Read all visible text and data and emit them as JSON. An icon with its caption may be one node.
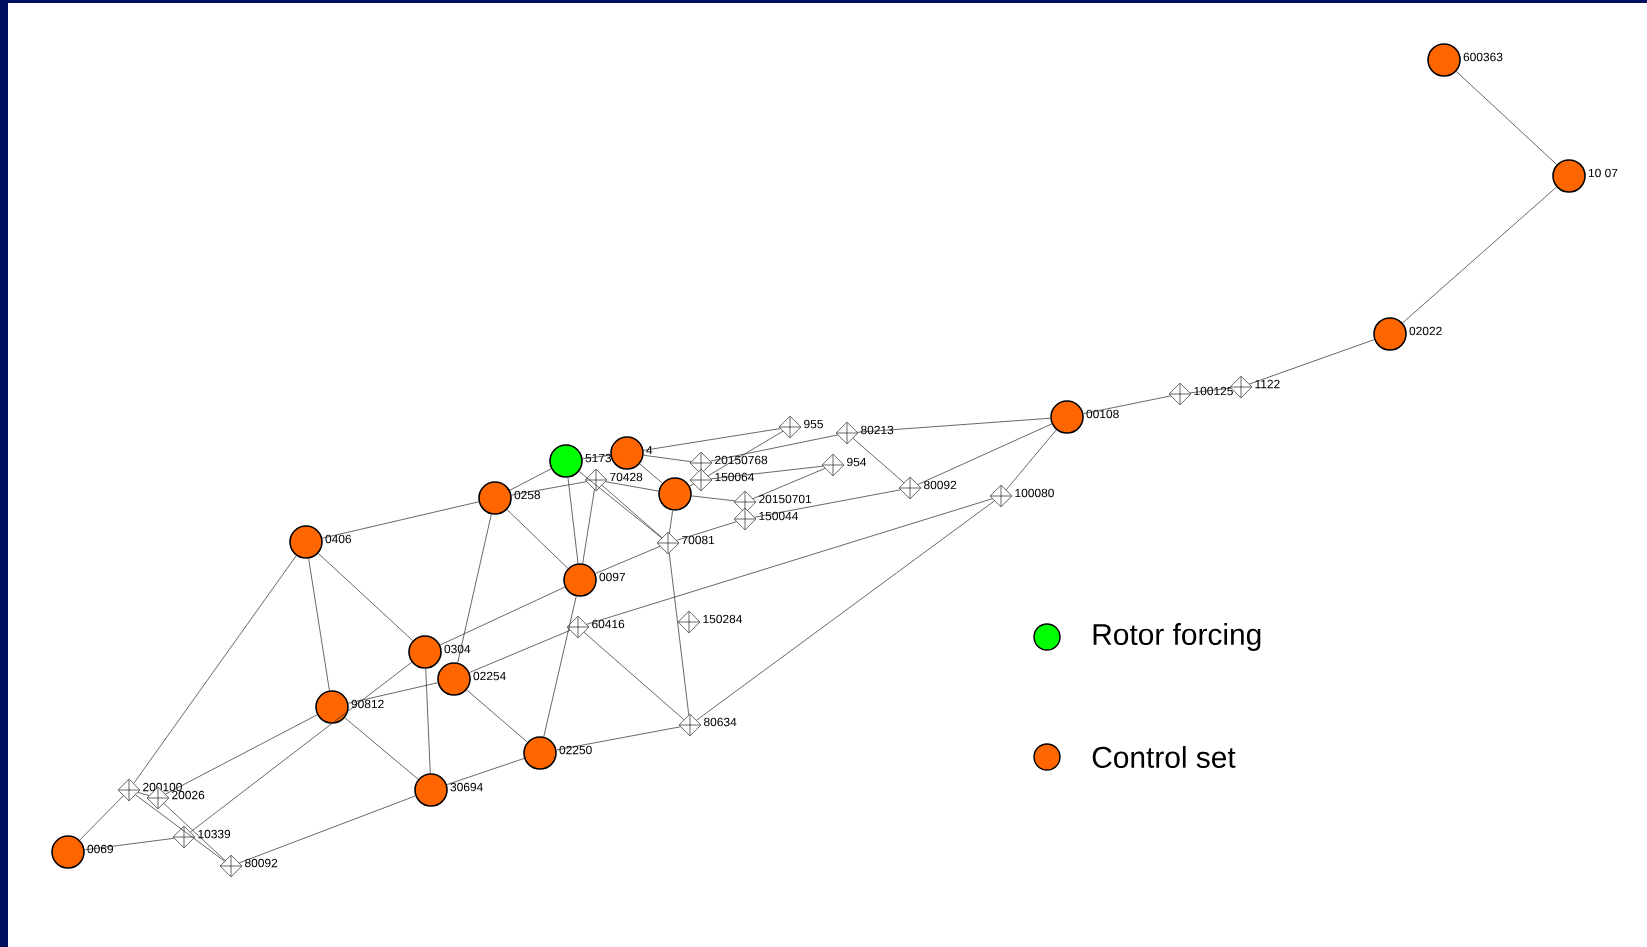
{
  "diagram": {
    "nodes": [
      {
        "text": [],
        "shape": "circle",
        "beside": [
          "600363"
        ]
      },
      {
        "text": [],
        "shape": "circle",
        "beside": [
          "10 07"
        ]
      },
      {
        "text": [],
        "shape": "circle",
        "beside": [
          "02022"
        ]
      },
      {
        "text": [],
        "shape": "circle",
        "beside": [
          "00108"
        ]
      },
      {
        "text": [],
        "shape": "circle",
        "beside": [
          "5173"
        ]
      },
      {
        "text": [],
        "shape": "circle",
        "beside": [
          "4"
        ]
      },
      {
        "text": [],
        "shape": "circle"
      },
      {
        "text": [],
        "shape": "circle",
        "beside": [
          "0258"
        ]
      },
      {
        "text": [],
        "shape": "circle",
        "beside": [
          "0406"
        ]
      },
      {
        "text": [],
        "shape": "circle",
        "beside": [
          "0097"
        ]
      },
      {
        "text": [],
        "shape": "circle",
        "beside": [
          "0304"
        ]
      },
      {
        "text": [],
        "shape": "circle",
        "beside": [
          "02254"
        ]
      },
      {
        "text": [],
        "shape": "circle",
        "beside": [
          "90812"
        ]
      },
      {
        "text": [],
        "shape": "circle",
        "beside": [
          "02250"
        ]
      },
      {
        "text": [],
        "shape": "circle",
        "beside": [
          "30694"
        ]
      },
      {
        "text": [],
        "shape": "circle",
        "beside": [
          "0069"
        ]
      },
      {
        "text": [],
        "shape": "diamond",
        "beside": [
          "955"
        ]
      },
      {
        "text": [],
        "shape": "diamond",
        "beside": [
          "80213"
        ]
      },
      {
        "text": [],
        "shape": "diamond",
        "beside": [
          "20150768"
        ]
      },
      {
        "text": [],
        "shape": "diamond",
        "beside": [
          "954"
        ]
      },
      {
        "text": [],
        "shape": "diamond",
        "beside": [
          "70428"
        ]
      },
      {
        "text": [],
        "shape": "diamond",
        "beside": [
          "150064"
        ]
      },
      {
        "text": [],
        "shape": "diamond",
        "beside": [
          "80092"
        ]
      },
      {
        "text": [],
        "shape": "diamond",
        "beside": [
          "100080"
        ]
      },
      {
        "text": [],
        "shape": "diamond",
        "beside": [
          "20150701"
        ]
      },
      {
        "text": [],
        "shape": "diamond",
        "beside": [
          "150044"
        ]
      },
      {
        "text": [],
        "shape": "diamond",
        "beside": [
          "70081"
        ]
      },
      {
        "text": [],
        "shape": "diamond",
        "beside": [
          "60416"
        ]
      },
      {
        "text": [],
        "shape": "diamond",
        "beside": [
          "150284"
        ]
      },
      {
        "text": [],
        "shape": "diamond",
        "beside": [
          "80634"
        ]
      },
      {
        "text": [],
        "shape": "diamond",
        "beside": [
          "100125"
        ]
      },
      {
        "text": [],
        "shape": "diamond",
        "beside": [
          "1122"
        ]
      },
      {
        "text": [],
        "shape": "diamond",
        "beside": [
          "200100"
        ]
      },
      {
        "text": [],
        "shape": "diamond",
        "beside": [
          "20026"
        ]
      },
      {
        "text": [],
        "shape": "diamond",
        "beside": [
          "10339"
        ]
      },
      {
        "text": [],
        "shape": "diamond",
        "beside": [
          "80092"
        ]
      }
    ],
    "edges": [
      {
        "from": 0,
        "to": 1,
        "arrow": "none"
      },
      {
        "from": 1,
        "to": 2,
        "arrow": "none"
      },
      {
        "from": 2,
        "to": 31,
        "arrow": "none"
      },
      {
        "from": 31,
        "to": 30,
        "arrow": "none"
      },
      {
        "from": 30,
        "to": 3,
        "arrow": "none"
      },
      {
        "from": 17,
        "to": 3,
        "arrow": "none"
      },
      {
        "from": 22,
        "to": 3,
        "arrow": "none"
      },
      {
        "from": 23,
        "to": 3,
        "arrow": "none"
      },
      {
        "from": 17,
        "to": 22,
        "arrow": "none"
      },
      {
        "from": 18,
        "to": 17,
        "arrow": "none"
      },
      {
        "from": 5,
        "to": 16,
        "arrow": "none"
      },
      {
        "from": 21,
        "to": 16,
        "arrow": "none"
      },
      {
        "from": 21,
        "to": 19,
        "arrow": "none"
      },
      {
        "from": 24,
        "to": 19,
        "arrow": "none"
      },
      {
        "from": 9,
        "to": 26,
        "arrow": "none"
      },
      {
        "from": 26,
        "to": 25,
        "arrow": "none"
      },
      {
        "from": 25,
        "to": 22,
        "arrow": "none"
      },
      {
        "from": 27,
        "to": 23,
        "arrow": "none"
      },
      {
        "from": 29,
        "to": 23,
        "arrow": "none"
      },
      {
        "from": 4,
        "to": 5,
        "arrow": "none"
      },
      {
        "from": 5,
        "to": 18,
        "arrow": "none"
      },
      {
        "from": 5,
        "to": 6,
        "arrow": "none"
      },
      {
        "from": 7,
        "to": 4,
        "arrow": "none"
      },
      {
        "from": 4,
        "to": 9,
        "arrow": "none"
      },
      {
        "from": 4,
        "to": 26,
        "arrow": "none"
      },
      {
        "from": 20,
        "to": 26,
        "arrow": "none"
      },
      {
        "from": 7,
        "to": 8,
        "arrow": "none"
      },
      {
        "from": 7,
        "to": 20,
        "arrow": "none"
      },
      {
        "from": 20,
        "to": 6,
        "arrow": "none"
      },
      {
        "from": 7,
        "to": 9,
        "arrow": "none"
      },
      {
        "from": 7,
        "to": 11,
        "arrow": "none"
      },
      {
        "from": 20,
        "to": 9,
        "arrow": "none"
      },
      {
        "from": 6,
        "to": 26,
        "arrow": "none"
      },
      {
        "from": 26,
        "to": 29,
        "arrow": "none"
      },
      {
        "from": 6,
        "to": 24,
        "arrow": "none"
      },
      {
        "from": 6,
        "to": 21,
        "arrow": "none"
      },
      {
        "from": 8,
        "to": 32,
        "arrow": "none"
      },
      {
        "from": 32,
        "to": 15,
        "arrow": "none"
      },
      {
        "from": 8,
        "to": 12,
        "arrow": "none"
      },
      {
        "from": 8,
        "to": 10,
        "arrow": "none"
      },
      {
        "from": 9,
        "to": 10,
        "arrow": "none"
      },
      {
        "from": 9,
        "to": 13,
        "arrow": "none"
      },
      {
        "from": 27,
        "to": 29,
        "arrow": "none"
      },
      {
        "from": 11,
        "to": 27,
        "arrow": "none"
      },
      {
        "from": 10,
        "to": 14,
        "arrow": "none"
      },
      {
        "from": 10,
        "to": 34,
        "arrow": "none"
      },
      {
        "from": 11,
        "to": 12,
        "arrow": "none"
      },
      {
        "from": 11,
        "to": 13,
        "arrow": "none"
      },
      {
        "from": 12,
        "to": 33,
        "arrow": "none"
      },
      {
        "from": 12,
        "to": 14,
        "arrow": "none"
      },
      {
        "from": 14,
        "to": 13,
        "arrow": "none"
      },
      {
        "from": 14,
        "to": 35,
        "arrow": "none"
      },
      {
        "from": 13,
        "to": 29,
        "arrow": "none"
      },
      {
        "from": 32,
        "to": 35,
        "arrow": "none"
      },
      {
        "from": 33,
        "to": 35,
        "arrow": "none"
      },
      {
        "from": 15,
        "to": 34,
        "arrow": "none"
      },
      {
        "from": 32,
        "to": 33,
        "arrow": "none"
      }
    ],
    "legend": [
      {
        "text": "Rotor forcing",
        "color": "#00ff00"
      },
      {
        "text": "Control set",
        "color": "#ff6600"
      }
    ]
  }
}
